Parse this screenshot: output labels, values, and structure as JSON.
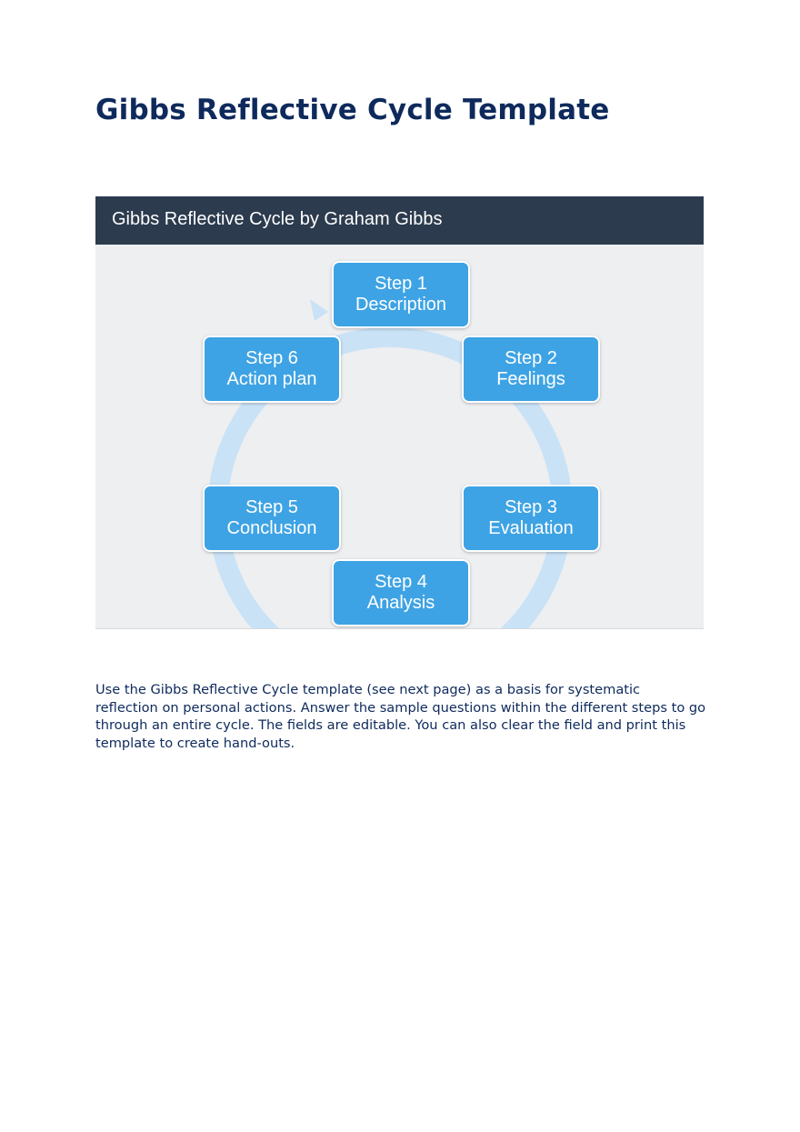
{
  "page": {
    "title": "Gibbs Reflective Cycle Template"
  },
  "figure": {
    "title": "Gibbs Reflective Cycle by Graham Gibbs",
    "steps": [
      {
        "number": "Step 1",
        "name": "Description"
      },
      {
        "number": "Step 2",
        "name": "Feelings"
      },
      {
        "number": "Step 3",
        "name": "Evaluation"
      },
      {
        "number": "Step 4",
        "name": "Analysis"
      },
      {
        "number": "Step 5",
        "name": "Conclusion"
      },
      {
        "number": "Step 6",
        "name": "Action plan"
      }
    ],
    "colors": {
      "header": "#2c3b4e",
      "step_box": "#3ea3e4",
      "cycle_arrow": "#c9e2f6",
      "background": "#eeeff1"
    }
  },
  "body": {
    "intro": "Use the Gibbs Reflective Cycle template (see next page) as a basis for systematic reflection on personal actions. Answer the sample questions within the different steps to go through an entire cycle. The fields are editable. You can also clear the field and print this template to create hand-outs."
  }
}
